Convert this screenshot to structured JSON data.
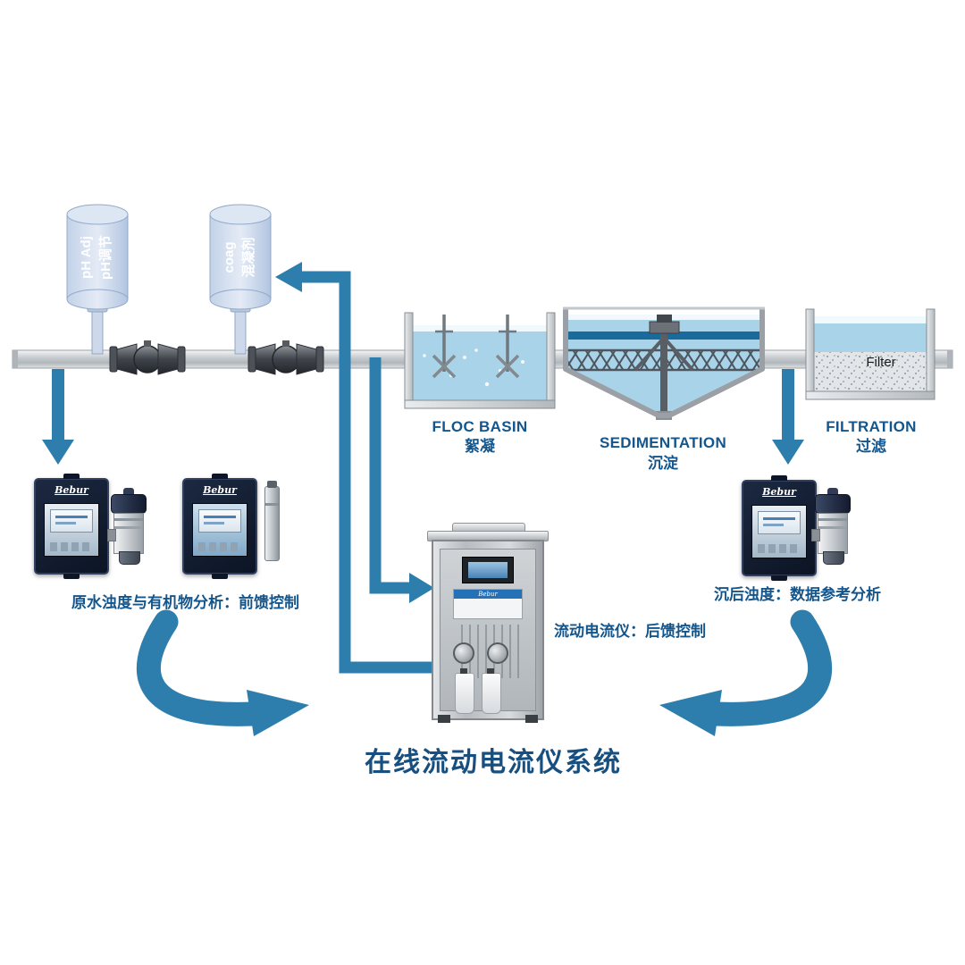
{
  "title": "在线流动电流仪系统",
  "dosing_tanks": {
    "ph": {
      "line1": "pH Adj",
      "line2": "pH调节"
    },
    "coag": {
      "line1": "coag",
      "line2": "混凝剂"
    }
  },
  "process_units": {
    "floc": {
      "en": "FLOC BASIN",
      "zh": "絮凝"
    },
    "sedimentation": {
      "en": "SEDIMENTATION",
      "zh": "沉淀"
    },
    "filtration": {
      "en": "FILTRATION",
      "zh": "过滤",
      "media": "Filter"
    }
  },
  "captions": {
    "left": "原水浊度与有机物分析：前馈控制",
    "center": "流动电流仪：后馈控制",
    "right": "沉后浊度：数据参考分析"
  },
  "devices": {
    "brand": "Bebur"
  },
  "colors": {
    "arrow": "#2e7ead",
    "label": "#14568c",
    "title": "#174f80",
    "water": "#a9d3e8",
    "band": "#1a6b9c"
  }
}
